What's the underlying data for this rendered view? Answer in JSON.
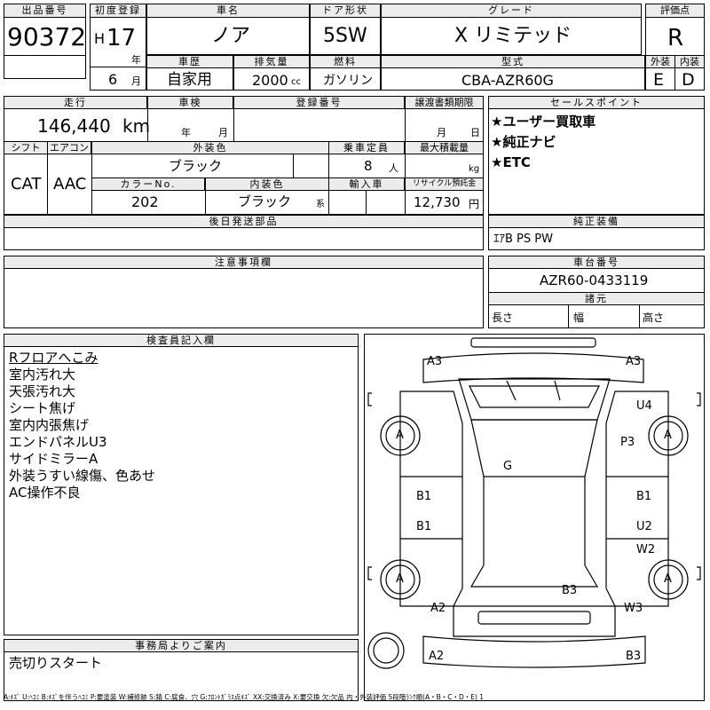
{
  "header": {
    "lot_no_label": "出品番号",
    "lot_no": "90372",
    "reg_label": "初度登録",
    "era": "H",
    "reg_year": "17",
    "year_unit": "年",
    "reg_month": "6",
    "month_unit": "月",
    "car_name_label": "車名",
    "car_name": "ノア",
    "door_label": "ドア形状",
    "door": "5SW",
    "grade_label": "グレード",
    "grade": "X リミテッド",
    "score_label": "評価点",
    "score": "R",
    "history_label": "車歴",
    "history": "自家用",
    "displacement_label": "排気量",
    "displacement": "2000",
    "cc": "cc",
    "fuel_label": "燃料",
    "fuel": "ガソリン",
    "model_label": "型式",
    "model": "CBA-AZR60G",
    "ext_label": "外装",
    "ext_score": "E",
    "int_label": "内装",
    "int_score": "D"
  },
  "row2": {
    "mileage_label": "走行",
    "mileage": "146,440",
    "km": "km",
    "inspection_label": "車検",
    "year_unit": "年",
    "month_unit": "月",
    "plate_label": "登録番号",
    "transfer_label": "譲渡書類期限",
    "transfer_month_unit": "月",
    "transfer_day_unit": "日",
    "shift_label": "シフト",
    "shift": "CAT",
    "ac_label": "エアコン",
    "ac": "AAC",
    "color_label": "外装色",
    "color": "ブラック",
    "capacity_label": "乗車定員",
    "capacity": "8",
    "person_unit": "人",
    "load_label": "最大積載量",
    "kg": "kg",
    "color_no_label": "カラーNo.",
    "color_no": "202",
    "interior_label": "内装色",
    "interior": "ブラック",
    "interior_suffix": "系",
    "import_label": "輸入車",
    "recycle_label": "リサイクル預託金",
    "recycle": "12,730",
    "yen": "円",
    "later_parts_label": "後日発送部品"
  },
  "sales_points": {
    "label": "セールスポイント",
    "items": [
      "★ユーザー買取車",
      "★純正ナビ",
      "★ETC"
    ]
  },
  "genuine": {
    "label": "純正装備",
    "value": "ｴｱB PS PW"
  },
  "notes": {
    "label": "注意事項欄"
  },
  "chassis": {
    "label": "車台番号",
    "value": "AZR60-0433119",
    "dims_label": "諸元",
    "length": "長さ",
    "width": "幅",
    "height": "高さ"
  },
  "inspector": {
    "label": "検査員記入欄",
    "lines": [
      "Rフロアへこみ",
      "室内汚れ大",
      "天張汚れ大",
      "シート焦げ",
      "室内内張焦げ",
      "エンドパネルU3",
      "サイドミラーA",
      "外装うすい線傷、色あせ",
      "AC操作不良"
    ]
  },
  "diagram": {
    "front_left": "A3",
    "front_right": "A3",
    "rear_left": "A2",
    "rear_right": "B3",
    "roof": "G",
    "left_front_wheel": "A",
    "right_front_wheel": "A",
    "left_rear_wheel": "A",
    "right_rear_wheel": "A",
    "right_front_fender": "U4",
    "right_front_door": "P3",
    "left_front_door": "B1",
    "left_rear_door": "B1",
    "right_door_1": "B1",
    "right_door_2": "U2",
    "right_door_3": "W2",
    "left_quarter": "A2",
    "right_quarter": "W3",
    "rear_hatch": "B3"
  },
  "office": {
    "label": "事務局よりご案内",
    "value": "売切りスタート"
  },
  "legend": "A:ｷｽﾞ U:ﾍｺﾐ B:ｷｽﾞを伴うﾍｺﾐ P:要塗装 W:補修跡 S:錆 C:腐食、穴 G:ﾌﾛﾝﾄｶﾞﾗｽ点ｷｽﾞ XX:交換済み X:要交換 欠:欠品 内・外装評価 5段階ﾗﾝｸ順(A・B・C・D・E) 1"
}
